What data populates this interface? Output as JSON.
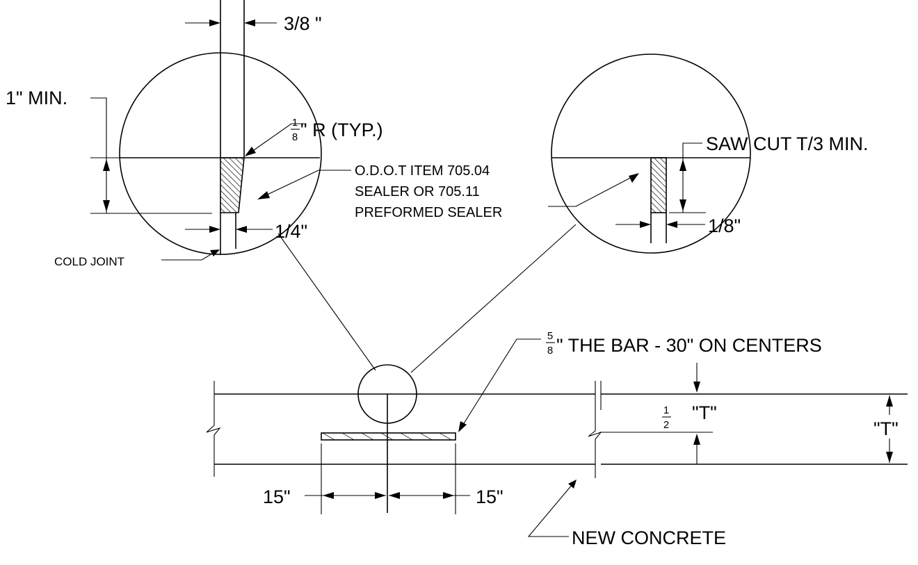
{
  "labels": {
    "three_eighths": "3/8 \"",
    "one_min": "1\" MIN.",
    "radius_frac_num": "1",
    "radius_frac_den": "8",
    "radius_text": "\" R (TYP.)",
    "odot_line1": "O.D.O.T ITEM 705.04",
    "odot_line2": "SEALER OR 705.11",
    "odot_line3": "PREFORMED SEALER",
    "quarter": "1/4\"",
    "cold_joint": "COLD JOINT",
    "saw_cut": "SAW CUT T/3 MIN.",
    "eighth": "1/8\"",
    "bar_frac_num": "5",
    "bar_frac_den": "8",
    "bar_text": "\" THE BAR - 30\" ON CENTERS",
    "half_num": "1",
    "half_den": "2",
    "half_t": "\"T\"",
    "t_label": "\"T\"",
    "left_15": "15\"",
    "right_15": "15\"",
    "new_concrete": "NEW CONCRETE"
  },
  "colors": {
    "line": "#000000",
    "background": "#ffffff"
  }
}
